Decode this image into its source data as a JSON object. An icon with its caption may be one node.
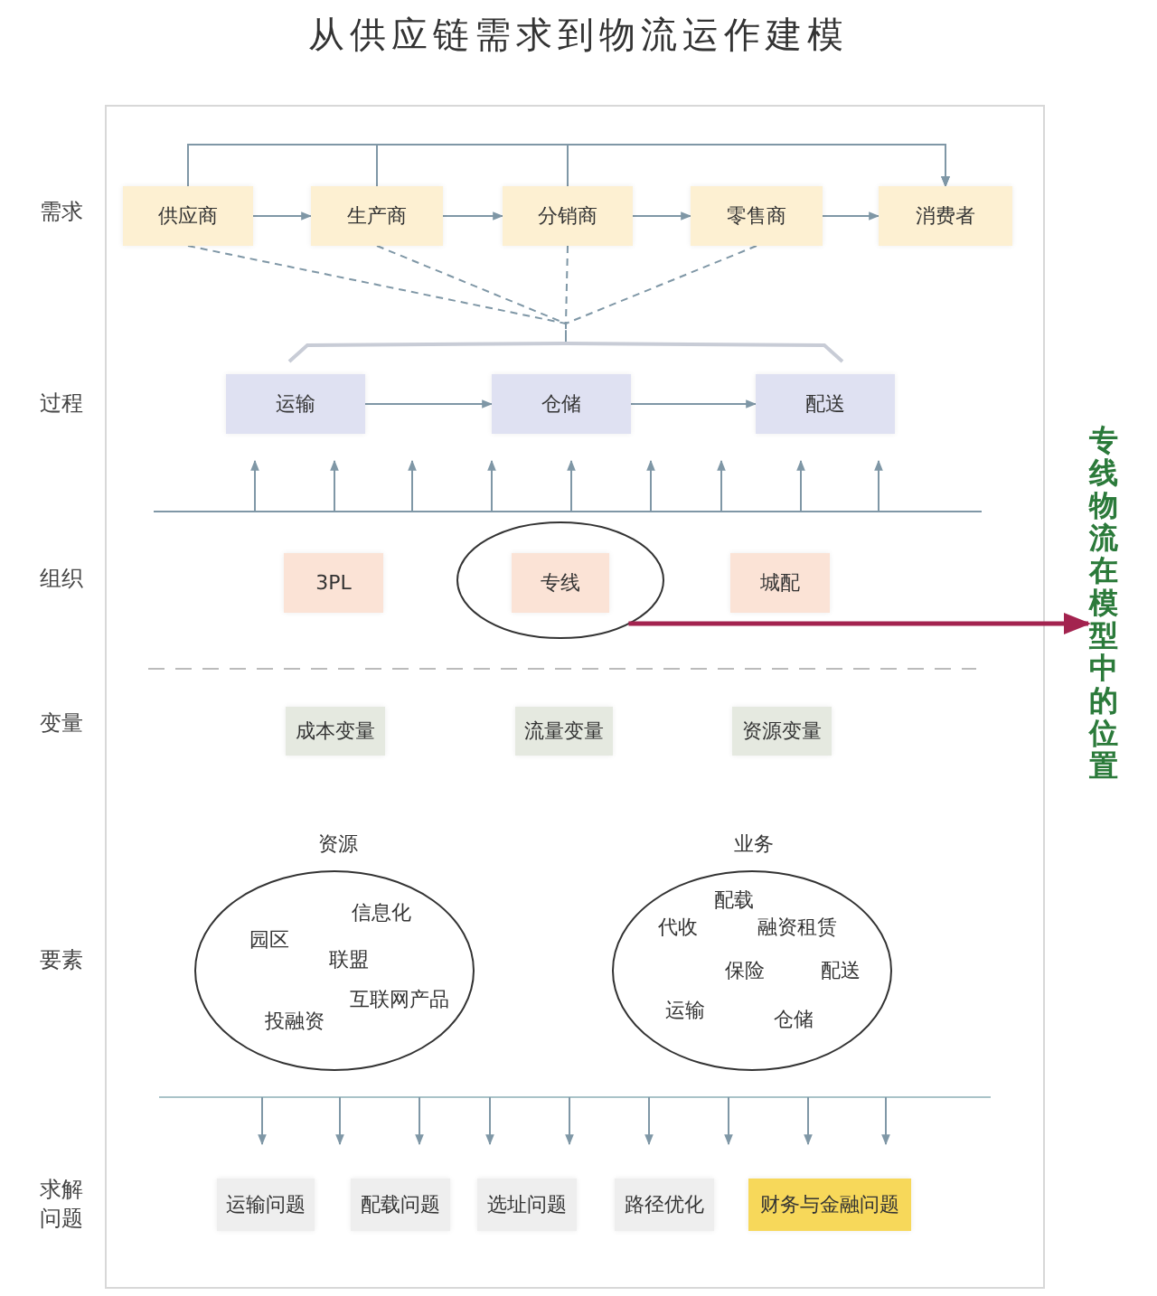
{
  "diagram": {
    "title": "从供应链需求到物流运作建模",
    "nodes": [
      {
        "text": [
          "供应商"
        ]
      },
      {
        "text": [
          "生产商"
        ]
      },
      {
        "text": [
          "分销商"
        ]
      },
      {
        "text": [
          "零售商"
        ]
      },
      {
        "text": [
          "消费者"
        ]
      },
      {
        "text": [
          "运输"
        ]
      },
      {
        "text": [
          "仓储"
        ]
      },
      {
        "text": [
          "配送"
        ]
      },
      {
        "text": [
          "3PL"
        ]
      },
      {
        "text": [],
        "shape": "circle"
      },
      {
        "text": [
          "专线"
        ],
        "in": 9
      },
      {
        "text": [
          "城配"
        ]
      },
      {
        "text": [
          "成本变量"
        ]
      },
      {
        "text": [
          "流量变量"
        ]
      },
      {
        "text": [
          "资源变量"
        ]
      },
      {
        "text": [
          "资源",
          "信息化",
          "园区",
          "联盟",
          "互联网产品",
          "投融资"
        ]
      },
      {
        "text": [
          "业务",
          "配载",
          "代收",
          "融资租赁",
          "保险",
          "配送",
          "运输",
          "仓储"
        ]
      },
      {
        "text": [
          "运输问题"
        ]
      },
      {
        "text": [
          "配载问题"
        ]
      },
      {
        "text": [
          "选址问题"
        ]
      },
      {
        "text": [
          "路径优化"
        ]
      },
      {
        "text": [
          "财务与金融问题"
        ]
      },
      {
        "text": [
          "专线物流在模型中的位置"
        ]
      },
      {
        "text": [],
        "shape": "bracket"
      }
    ],
    "edges": [
      {
        "from": 0,
        "to": 1,
        "arrow": "to"
      },
      {
        "from": 1,
        "to": 2,
        "arrow": "to"
      },
      {
        "from": 2,
        "to": 3,
        "arrow": "to"
      },
      {
        "from": 3,
        "to": 4,
        "arrow": "to"
      },
      {
        "from": 0,
        "to": 4,
        "arrow": "to"
      },
      {
        "from": 1,
        "to": 4,
        "arrow": "to"
      },
      {
        "from": 2,
        "to": 4,
        "arrow": "to"
      },
      {
        "from": 0,
        "to": 23,
        "arrow": "none",
        "style": "dashed"
      },
      {
        "from": 1,
        "to": 23,
        "arrow": "none",
        "style": "dashed"
      },
      {
        "from": 2,
        "to": 23,
        "arrow": "none",
        "style": "dashed"
      },
      {
        "from": 3,
        "to": 23,
        "arrow": "none",
        "style": "dashed"
      },
      {
        "from": 5,
        "to": 6,
        "arrow": "to"
      },
      {
        "from": 6,
        "to": 7,
        "arrow": "to"
      },
      {
        "from": 9,
        "to": 22,
        "arrow": "to",
        "style": "thick",
        "color": "#a3234f"
      }
    ],
    "labels": [
      "需求",
      "过程",
      "组织",
      "变量",
      "要素",
      "求解问题"
    ]
  }
}
